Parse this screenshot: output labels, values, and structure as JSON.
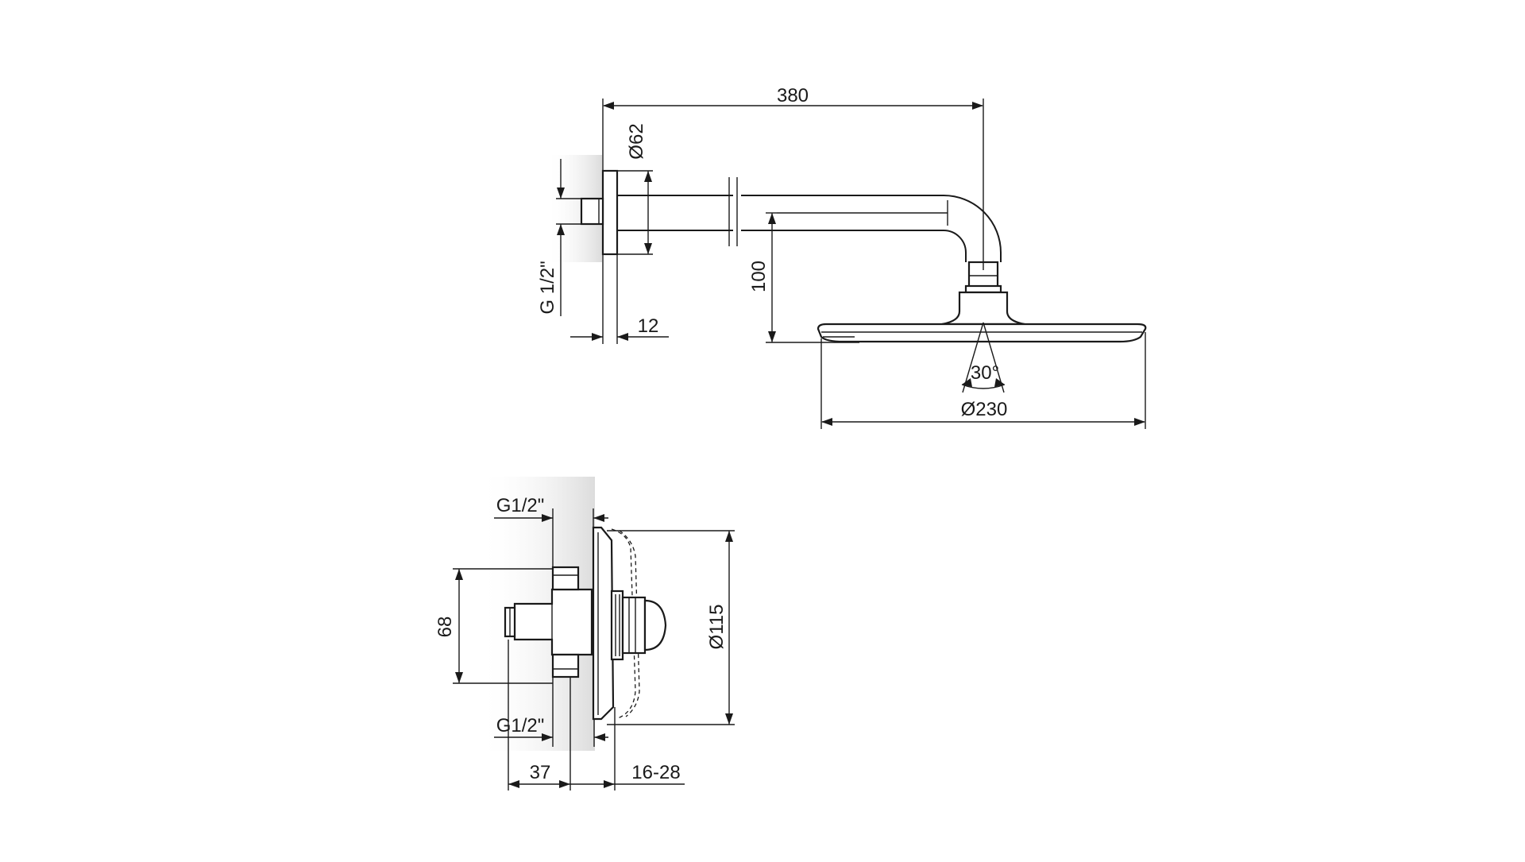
{
  "dimensions": {
    "arm_length": "380",
    "flange_diameter": "Ø62",
    "thread_top": "G 1/2\"",
    "flange_thickness": "12",
    "drop_height": "100",
    "spray_angle": "30°",
    "head_diameter": "Ø230",
    "valve_inlet_top": "G1/2\"",
    "valve_inlet_bottom": "G1/2\"",
    "valve_spacing": "68",
    "cover_diameter": "Ø115",
    "valve_depth": "37",
    "wall_range": "16-28"
  },
  "colors": {
    "line": "#1a1a1a",
    "background": "#ffffff",
    "shade": "#e6e6e6"
  }
}
